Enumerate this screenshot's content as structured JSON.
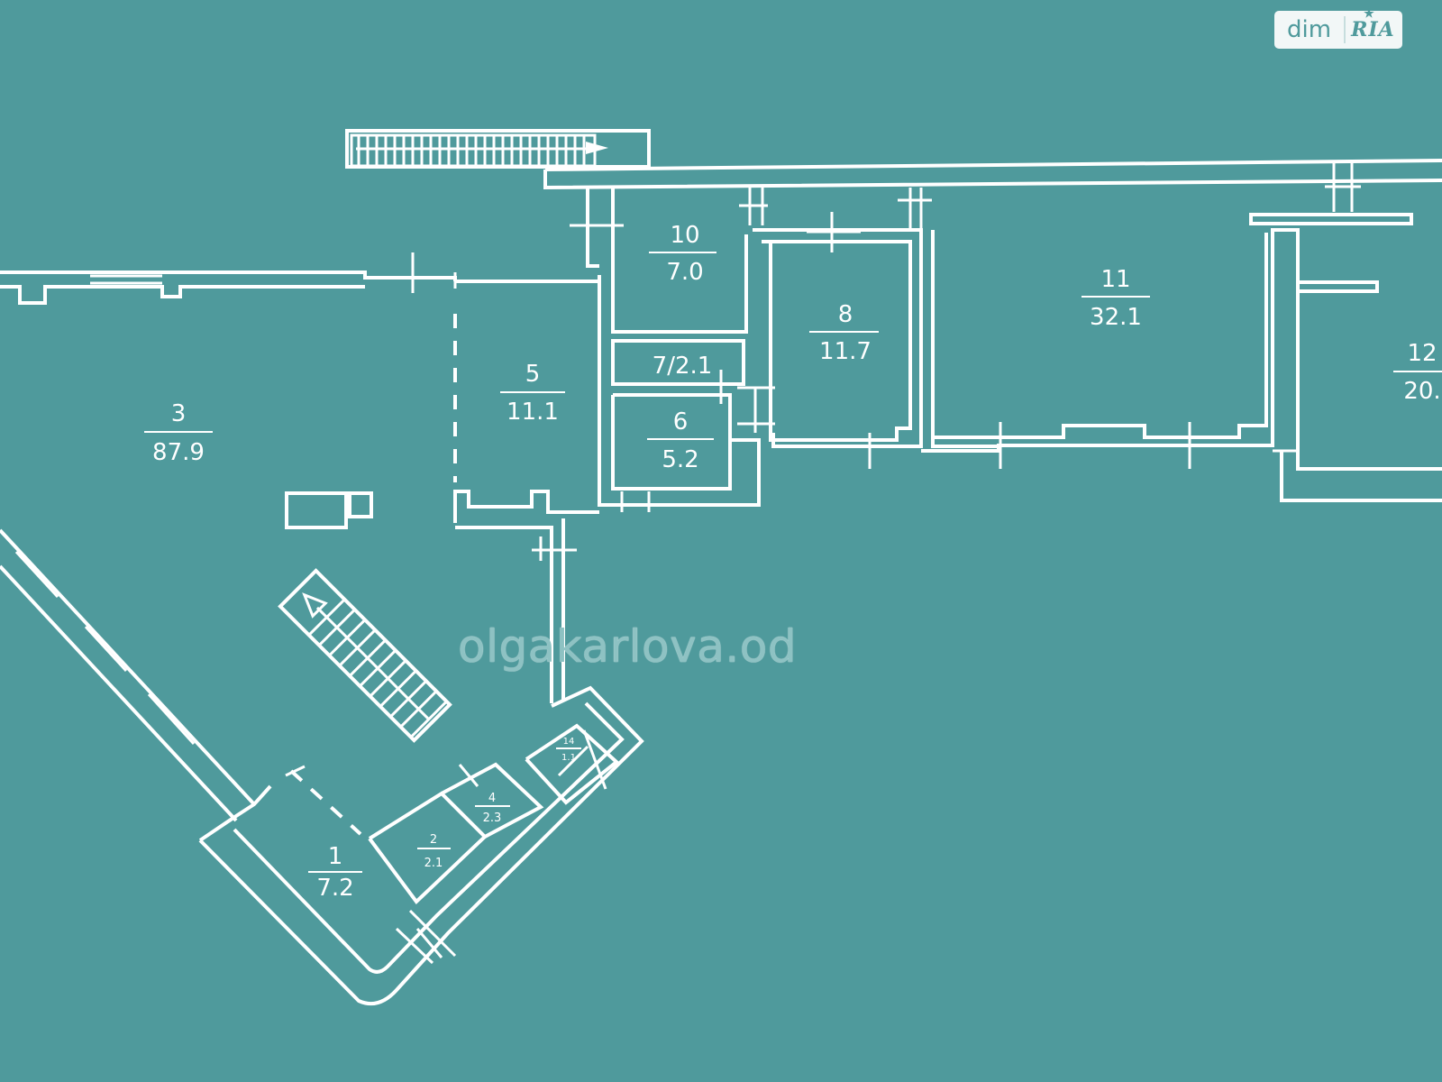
{
  "brand": {
    "name": "dim",
    "ria": "RIA",
    "icon": "ria-star-icon"
  },
  "watermark": "olgakarlova.od",
  "colors": {
    "background": "#4f9a9c",
    "lines": "#ffffff"
  },
  "rooms": [
    {
      "number": "1",
      "area": "7.2"
    },
    {
      "number": "2",
      "area": "2.1"
    },
    {
      "number": "3",
      "area": "87.9"
    },
    {
      "number": "4",
      "area": "2.3"
    },
    {
      "number": "5",
      "area": "11.1"
    },
    {
      "number": "6",
      "area": "5.2"
    },
    {
      "label": "7/2.1"
    },
    {
      "number": "8",
      "area": "11.7"
    },
    {
      "number": "10",
      "area": "7.0"
    },
    {
      "number": "11",
      "area": "32.1"
    },
    {
      "number": "12",
      "area": "20."
    },
    {
      "number": "14",
      "area": "1.1"
    }
  ]
}
